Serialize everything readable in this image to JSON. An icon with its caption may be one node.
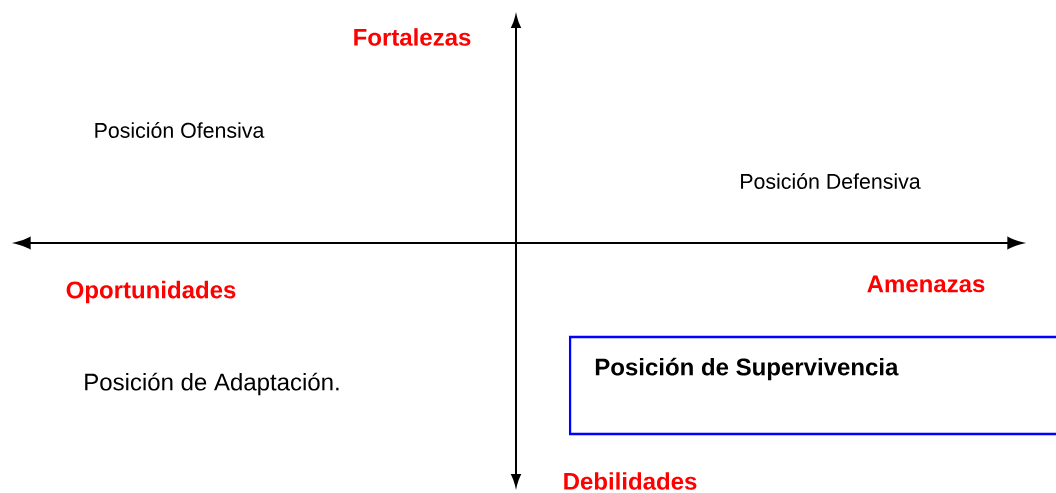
{
  "diagram": {
    "nodes": [
      {
        "text": [
          "Posición de Supervivencia"
        ]
      }
    ],
    "labels": [
      "Fortalezas",
      "Posición Ofensiva",
      "Posición Defensiva",
      "Oportunidades",
      "Amenazas",
      "Posición de Adaptación.",
      "Debilidades"
    ]
  }
}
